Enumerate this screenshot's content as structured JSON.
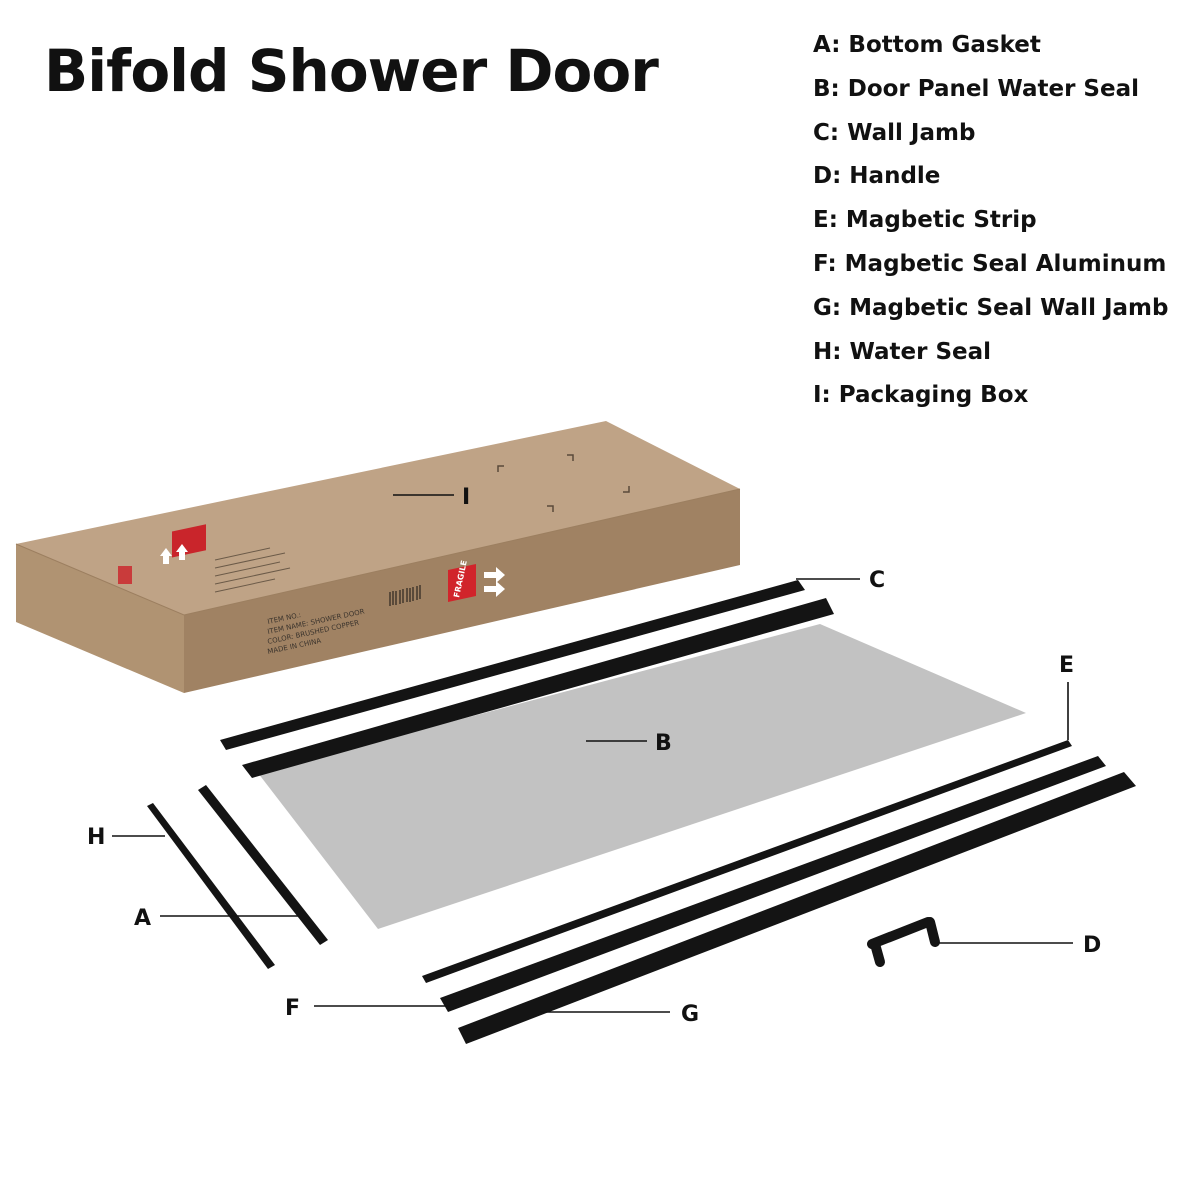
{
  "title": "Bifold Shower Door",
  "legend": [
    "A: Bottom Gasket",
    "B: Door Panel Water Seal",
    "C: Wall Jamb",
    "D: Handle",
    "E:  Magbetic Strip",
    "F: Magbetic Seal Aluminum",
    "G: Magbetic Seal Wall Jamb",
    "H: Water Seal",
    "I: Packaging Box"
  ],
  "callouts": {
    "a": "A",
    "b": "B",
    "c": "C",
    "d": "D",
    "e": "E",
    "f": "F",
    "g": "G",
    "h": "H",
    "i": "I"
  },
  "box_label": {
    "line1": "ITEM NO.:",
    "line2": "ITEM NAME: SHOWER DOOR",
    "line3": "COLOR: BRUSHED COPPER",
    "line4": "MADE IN CHINA",
    "fragile": "FRAGILE"
  },
  "colors": {
    "cardboard_top": "#bfa386",
    "cardboard_front": "#b09372",
    "cardboard_side": "#a08263",
    "glass": "#c2c2c2",
    "rail": "#141414",
    "fragile_red": "#d1242b"
  }
}
